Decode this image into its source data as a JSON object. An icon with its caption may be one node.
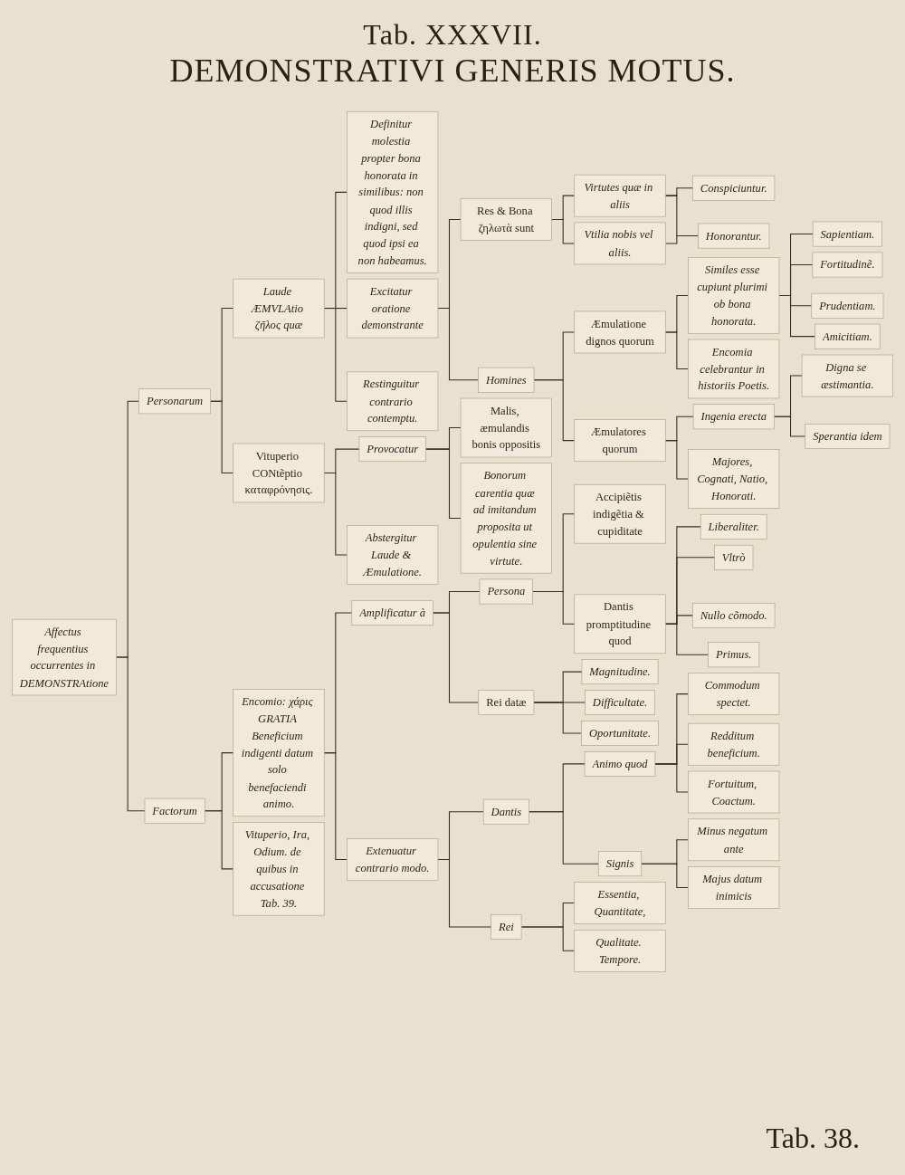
{
  "diagram": {
    "title": "DEMONSTRATIVI GENERIS MOTUS.",
    "nodes": [
      {
        "text": [
          "Affectus frequentius occurrentes in DEMONSTRAtione"
        ]
      },
      {
        "text": [
          "Personarum"
        ]
      },
      {
        "text": [
          "Laude ÆMVLAtio ζῆλος quæ"
        ]
      },
      {
        "text": [
          "Definitur molestia propter bona honorata in similibus: non quod illis indigni, sed quod ipsi ea non habeamus."
        ]
      },
      {
        "text": [
          "Excitatur oratione demonstrante"
        ]
      },
      {
        "text": [
          "Res & Bona ζηλωτὰ sunt"
        ]
      },
      {
        "text": [
          "Virtutes quæ in aliis"
        ]
      },
      {
        "text": [
          "Conspiciuntur."
        ]
      },
      {
        "text": [
          "Honorantur."
        ]
      },
      {
        "text": [
          "Vtilia nobis vel aliis."
        ]
      },
      {
        "text": [
          "Homines"
        ]
      },
      {
        "text": [
          "Æmulatione dignos quorum"
        ]
      },
      {
        "text": [
          "Similes esse cupiunt plurimi ob bona honorata."
        ]
      },
      {
        "text": [
          "Sapientiam."
        ]
      },
      {
        "text": [
          "Fortitudinẽ."
        ]
      },
      {
        "text": [
          "Prudentiam."
        ]
      },
      {
        "text": [
          "Amicitiam."
        ]
      },
      {
        "text": [
          "Encomia celebrantur in historiis Poetis."
        ]
      },
      {
        "text": [
          "Æmulatores quorum"
        ]
      },
      {
        "text": [
          "Ingenia erecta"
        ]
      },
      {
        "text": [
          "Digna se æstimantia."
        ]
      },
      {
        "text": [
          "Sperantia idem"
        ]
      },
      {
        "text": [
          "Majores, Cognati, Natio, Honorati."
        ]
      },
      {
        "text": [
          "Restinguitur contrario contemptu."
        ]
      },
      {
        "text": [
          "Vituperio CONtẽptio καταφρόνησις."
        ]
      },
      {
        "text": [
          "Provocatur"
        ]
      },
      {
        "text": [
          "Malis, æmulandis bonis oppositis"
        ]
      },
      {
        "text": [
          "Bonorum carentia quæ ad imitandum proposita ut opulentia sine virtute."
        ]
      },
      {
        "text": [
          "Abstergitur Laude & Æmulatione."
        ]
      },
      {
        "text": [
          "Factorum"
        ]
      },
      {
        "text": [
          "Encomio: χάρις GRATIA Beneficium indigenti datum solo benefaciendi animo."
        ]
      },
      {
        "text": [
          "Amplificatur à"
        ]
      },
      {
        "text": [
          "Persona"
        ]
      },
      {
        "text": [
          "Accipiẽtis indigẽtia & cupiditate"
        ]
      },
      {
        "text": [
          "Dantis promptitudine quod"
        ]
      },
      {
        "text": [
          "Liberaliter."
        ]
      },
      {
        "text": [
          "Vltrò"
        ]
      },
      {
        "text": [
          "Nullo cõmodo."
        ]
      },
      {
        "text": [
          "Primus."
        ]
      },
      {
        "text": [
          "Rei datæ"
        ]
      },
      {
        "text": [
          "Magnitudine."
        ]
      },
      {
        "text": [
          "Difficultate."
        ]
      },
      {
        "text": [
          "Oportunitate."
        ]
      },
      {
        "text": [
          "Extenuatur contrario modo."
        ]
      },
      {
        "text": [
          "Dantis"
        ]
      },
      {
        "text": [
          "Animo quod"
        ]
      },
      {
        "text": [
          "Commodum spectet."
        ]
      },
      {
        "text": [
          "Redditum beneficium."
        ]
      },
      {
        "text": [
          "Fortuitum, Coactum."
        ]
      },
      {
        "text": [
          "Signis"
        ]
      },
      {
        "text": [
          "Minus negatum ante"
        ]
      },
      {
        "text": [
          "Majus datum inimicis"
        ]
      },
      {
        "text": [
          "Rei"
        ]
      },
      {
        "text": [
          "Essentia, Quantitate,"
        ]
      },
      {
        "text": [
          "Qualitate. Tempore."
        ]
      },
      {
        "text": [
          "Vituperio, Ira, Odium. de quibus in accusatione Tab. 39."
        ]
      }
    ],
    "edges": [
      {
        "from": 0,
        "to": 1,
        "arrow": "none"
      },
      {
        "from": 0,
        "to": 29,
        "arrow": "none"
      },
      {
        "from": 1,
        "to": 2,
        "arrow": "none"
      },
      {
        "from": 1,
        "to": 24,
        "arrow": "none"
      },
      {
        "from": 2,
        "to": 3,
        "arrow": "none"
      },
      {
        "from": 2,
        "to": 4,
        "arrow": "none"
      },
      {
        "from": 2,
        "to": 23,
        "arrow": "none"
      },
      {
        "from": 4,
        "to": 5,
        "arrow": "none"
      },
      {
        "from": 4,
        "to": 10,
        "arrow": "none"
      },
      {
        "from": 5,
        "to": 6,
        "arrow": "none"
      },
      {
        "from": 5,
        "to": 9,
        "arrow": "none"
      },
      {
        "from": 6,
        "to": 7,
        "arrow": "none"
      },
      {
        "from": 6,
        "to": 8,
        "arrow": "none"
      },
      {
        "from": 9,
        "to": 8,
        "arrow": "none"
      },
      {
        "from": 10,
        "to": 11,
        "arrow": "none"
      },
      {
        "from": 10,
        "to": 18,
        "arrow": "none"
      },
      {
        "from": 11,
        "to": 12,
        "arrow": "none"
      },
      {
        "from": 11,
        "to": 17,
        "arrow": "none"
      },
      {
        "from": 12,
        "to": 13,
        "arrow": "none"
      },
      {
        "from": 12,
        "to": 14,
        "arrow": "none"
      },
      {
        "from": 12,
        "to": 15,
        "arrow": "none"
      },
      {
        "from": 12,
        "to": 16,
        "arrow": "none"
      },
      {
        "from": 18,
        "to": 19,
        "arrow": "none"
      },
      {
        "from": 18,
        "to": 22,
        "arrow": "none"
      },
      {
        "from": 19,
        "to": 20,
        "arrow": "none"
      },
      {
        "from": 19,
        "to": 21,
        "arrow": "none"
      },
      {
        "from": 24,
        "to": 25,
        "arrow": "none"
      },
      {
        "from": 24,
        "to": 28,
        "arrow": "none"
      },
      {
        "from": 25,
        "to": 26,
        "arrow": "none"
      },
      {
        "from": 25,
        "to": 27,
        "arrow": "none"
      },
      {
        "from": 29,
        "to": 30,
        "arrow": "none"
      },
      {
        "from": 29,
        "to": 55,
        "arrow": "none"
      },
      {
        "from": 30,
        "to": 31,
        "arrow": "none"
      },
      {
        "from": 30,
        "to": 43,
        "arrow": "none"
      },
      {
        "from": 31,
        "to": 32,
        "arrow": "none"
      },
      {
        "from": 31,
        "to": 39,
        "arrow": "none"
      },
      {
        "from": 32,
        "to": 33,
        "arrow": "none"
      },
      {
        "from": 32,
        "to": 34,
        "arrow": "none"
      },
      {
        "from": 34,
        "to": 35,
        "arrow": "none"
      },
      {
        "from": 34,
        "to": 36,
        "arrow": "none"
      },
      {
        "from": 34,
        "to": 37,
        "arrow": "none"
      },
      {
        "from": 34,
        "to": 38,
        "arrow": "none"
      },
      {
        "from": 39,
        "to": 40,
        "arrow": "none"
      },
      {
        "from": 39,
        "to": 41,
        "arrow": "none"
      },
      {
        "from": 39,
        "to": 42,
        "arrow": "none"
      },
      {
        "from": 43,
        "to": 44,
        "arrow": "none"
      },
      {
        "from": 43,
        "to": 52,
        "arrow": "none"
      },
      {
        "from": 44,
        "to": 45,
        "arrow": "none"
      },
      {
        "from": 44,
        "to": 49,
        "arrow": "none"
      },
      {
        "from": 45,
        "to": 46,
        "arrow": "none"
      },
      {
        "from": 45,
        "to": 47,
        "arrow": "none"
      },
      {
        "from": 45,
        "to": 48,
        "arrow": "none"
      },
      {
        "from": 49,
        "to": 50,
        "arrow": "none"
      },
      {
        "from": 49,
        "to": 51,
        "arrow": "none"
      },
      {
        "from": 52,
        "to": 53,
        "arrow": "none"
      },
      {
        "from": 52,
        "to": 54,
        "arrow": "none"
      }
    ],
    "labels": [
      "Tab. XXXVII.",
      "Tab. 38."
    ]
  }
}
